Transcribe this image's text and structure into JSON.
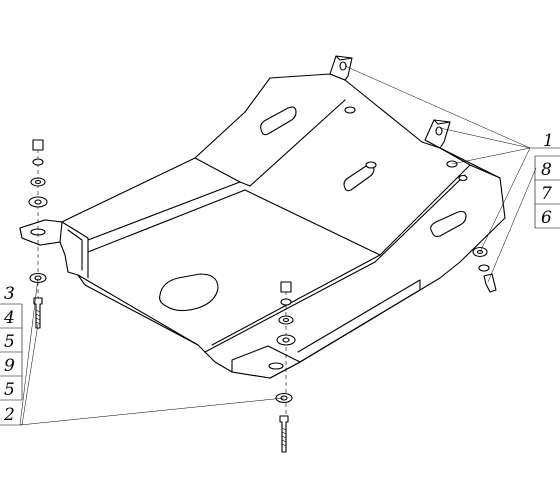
{
  "callouts_right": [
    {
      "id": "r1",
      "text": "1"
    },
    {
      "id": "r2",
      "text": "8"
    },
    {
      "id": "r3",
      "text": "7"
    },
    {
      "id": "r4",
      "text": "6"
    }
  ],
  "callouts_left": [
    {
      "id": "l1",
      "text": "3"
    },
    {
      "id": "l2",
      "text": "4"
    },
    {
      "id": "l3",
      "text": "5"
    },
    {
      "id": "l4",
      "text": "9"
    },
    {
      "id": "l5",
      "text": "5"
    },
    {
      "id": "l6",
      "text": "2"
    }
  ]
}
